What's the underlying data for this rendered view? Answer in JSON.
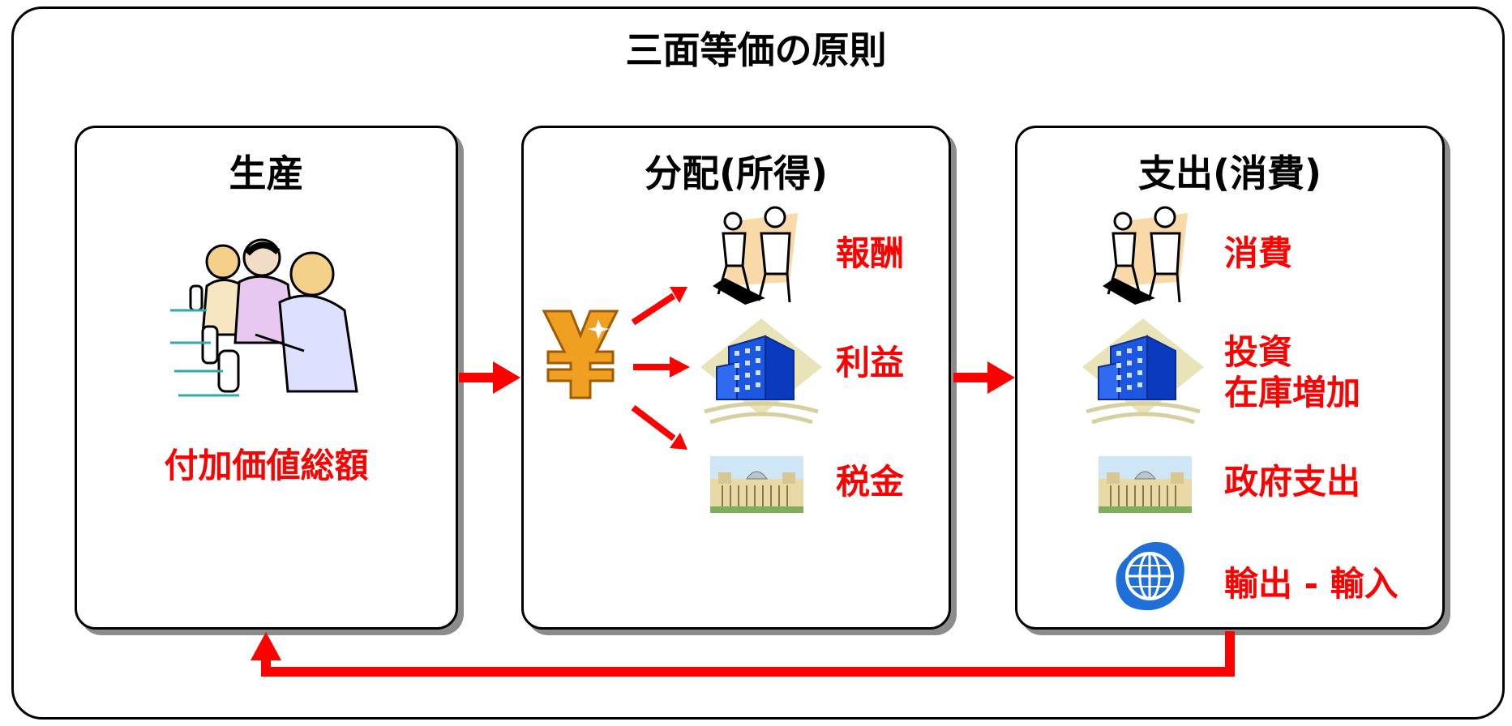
{
  "title": "三面等価の原則",
  "colors": {
    "accent": "#ff0000",
    "shadow": "#8c8c8c"
  },
  "panels": {
    "production": {
      "title": "生産",
      "label": "付加価値総額",
      "icon": "workers-icon"
    },
    "distribution": {
      "title": "分配(所得)",
      "source_icon": "yen-icon",
      "items": [
        {
          "label": "報酬",
          "icon": "people-icon"
        },
        {
          "label": "利益",
          "icon": "building-icon"
        },
        {
          "label": "税金",
          "icon": "government-building-icon"
        }
      ]
    },
    "expenditure": {
      "title": "支出(消費)",
      "items": [
        {
          "label": "消費",
          "icon": "people-icon"
        },
        {
          "label": "投資",
          "label2": "在庫増加",
          "icon": "building-icon"
        },
        {
          "label": "政府支出",
          "icon": "government-building-icon"
        },
        {
          "label": "輸出 - 輸入",
          "icon": "globe-icon"
        }
      ]
    }
  }
}
